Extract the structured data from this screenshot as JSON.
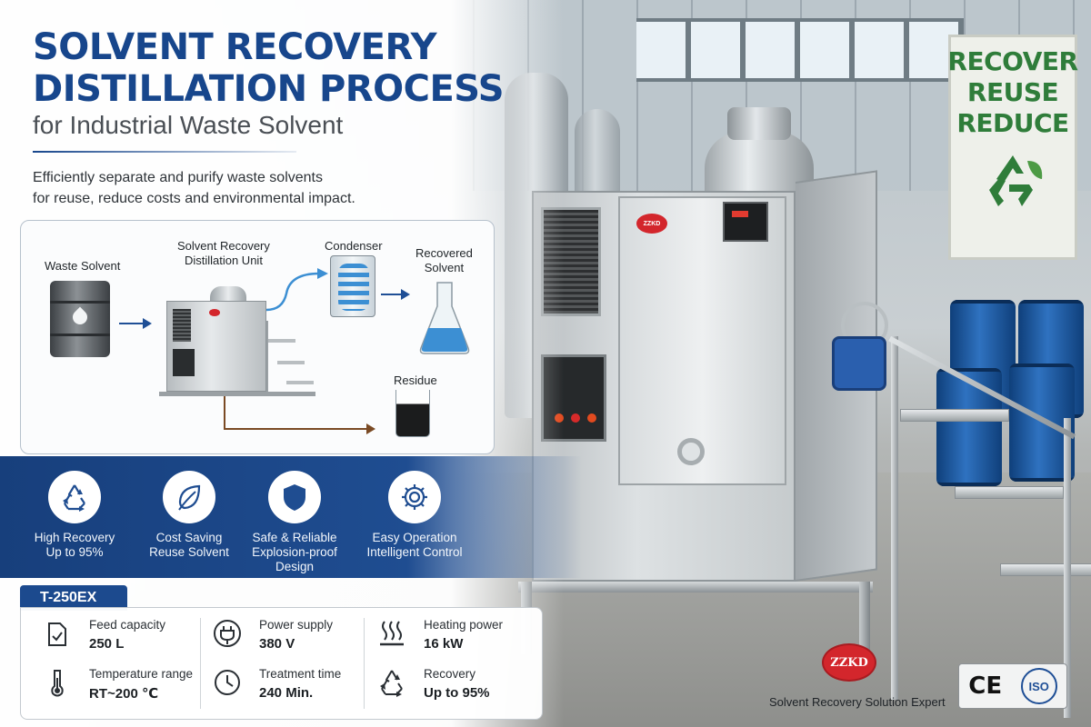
{
  "title": {
    "line1": "SOLVENT RECOVERY",
    "line2": "DISTILLATION PROCESS",
    "line3": "for Industrial Waste Solvent"
  },
  "intro": {
    "line1": "Efficiently separate and purify waste solvents",
    "line2": "for reuse, reduce costs and environmental impact."
  },
  "flow": {
    "waste_solvent": "Waste Solvent",
    "unit_line1": "Solvent Recovery",
    "unit_line2": "Distillation Unit",
    "condenser": "Condenser",
    "recovered_line1": "Recovered",
    "recovered_line2": "Solvent",
    "residue": "Residue"
  },
  "features": [
    {
      "icon": "recycle-icon",
      "line1": "High Recovery",
      "line2": "Up to 95%",
      "line3": ""
    },
    {
      "icon": "leaf-icon",
      "line1": "Cost Saving",
      "line2": "Reuse Solvent",
      "line3": ""
    },
    {
      "icon": "shield-icon",
      "line1": "Safe & Reliable",
      "line2": "Explosion-proof",
      "line3": "Design"
    },
    {
      "icon": "gear-icon",
      "line1": "Easy Operation",
      "line2": "Intelligent Control",
      "line3": ""
    }
  ],
  "model": "T-250EX",
  "specs": [
    {
      "icon": "container-icon",
      "label": "Feed capacity",
      "value": "250 L"
    },
    {
      "icon": "plug-icon",
      "label": "Power supply",
      "value": "380 V"
    },
    {
      "icon": "heat-icon",
      "label": "Heating power",
      "value": "16 kW"
    },
    {
      "icon": "thermometer-icon",
      "label": "Temperature range",
      "value": "RT~200 ℃"
    },
    {
      "icon": "clock-icon",
      "label": "Treatment time",
      "value": "240 Min."
    },
    {
      "icon": "recycle-icon",
      "label": "Recovery",
      "value": "Up to 95%"
    }
  ],
  "sign": {
    "line1": "RECOVER",
    "line2": "REUSE",
    "line3": "REDUCE"
  },
  "brand": {
    "logo_text": "ZZKD",
    "tagline": "Solvent Recovery Solution Expert",
    "cert_ce": "CE",
    "cert_iso": "ISO"
  },
  "colors": {
    "title_blue": "#17468c",
    "band_blue": "#1f4d91",
    "sign_green": "#2f7d3a",
    "logo_red": "#d3262c",
    "solvent_blue": "#3c8fd3"
  }
}
